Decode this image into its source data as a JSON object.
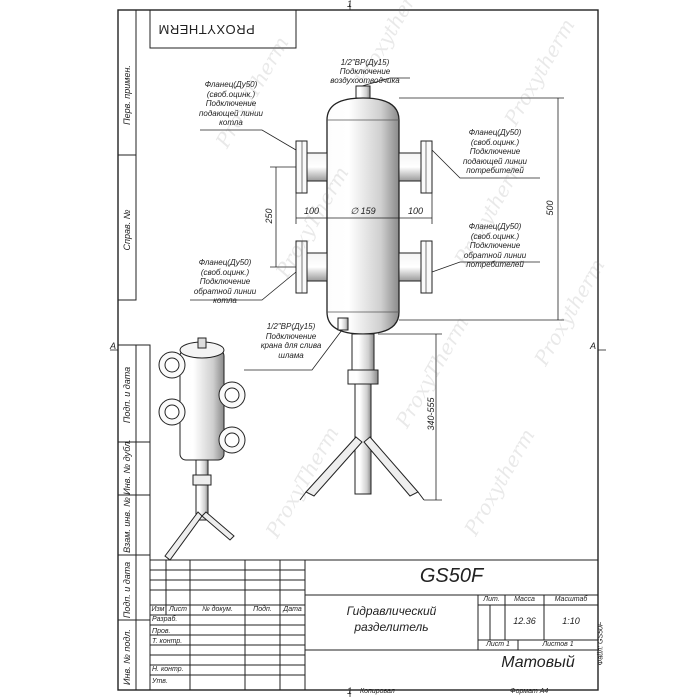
{
  "sheet": {
    "brand_mirrored": "PROXYTHERM",
    "sheet_number": "1",
    "zone_letter": "А",
    "format_label": "Формат А4",
    "copied_label": "Копировал",
    "file_label": "Файл: GS50F"
  },
  "side_stamp": {
    "perv_primen": "Перв. примен.",
    "sprav_no": "Справ. №",
    "podp_data": "Подп. и дата",
    "inv_dubl": "Инв. № дубл.",
    "vzam_inv": "Взам. инв. №",
    "inv_podl": "Инв. № подл."
  },
  "drawing": {
    "top_fitting": {
      "thread": "1/2\"ВР(Ду15)",
      "label1": "Подключение",
      "label2": "воздухоотводчика"
    },
    "flange_left_top": {
      "l1": "Фланец(Ду50)",
      "l2": "(своб.оцинк.)",
      "l3": "Подключение",
      "l4": "подающей линии",
      "l5": "котла"
    },
    "flange_left_bottom": {
      "l1": "Фланец(Ду50)",
      "l2": "(своб.оцинк.)",
      "l3": "Подключение",
      "l4": "обратной линии",
      "l5": "котла"
    },
    "flange_right_top": {
      "l1": "Фланец(Ду50)",
      "l2": "(своб.оцинк.)",
      "l3": "Подключение",
      "l4": "подающей линии",
      "l5": "потребителей"
    },
    "flange_right_bottom": {
      "l1": "Фланец(Ду50)",
      "l2": "(своб.оцинк.)",
      "l3": "Подключение",
      "l4": "обратной линии",
      "l5": "потребителей"
    },
    "bottom_fitting": {
      "thread": "1/2\"ВР(Ду15)",
      "label1": "Подключение",
      "label2": "крана для слива",
      "label3": "шлама"
    },
    "dims": {
      "left_branch": "100",
      "diameter": "∅ 159",
      "right_branch": "100",
      "height_between": "250",
      "height_total": "500",
      "stand_height": "340-555"
    }
  },
  "title_block": {
    "designation": "GS50F",
    "name_line1": "Гидравлический",
    "name_line2": "разделитель",
    "col_izm": "Изм",
    "col_list": "Лист",
    "col_doc": "№ докум.",
    "col_podp": "Подп.",
    "col_data": "Дата",
    "row_razrab": "Разраб.",
    "row_prov": "Пров.",
    "row_tkontr": "Т. контр.",
    "row_nkontr": "Н. контр.",
    "row_utv": "Утв.",
    "lit_label": "Лит.",
    "mass_label": "Масса",
    "scale_label": "Масштаб",
    "mass_value": "12.36",
    "scale_value": "1:10",
    "sheet_label": "Лист 1",
    "sheets_label": "Листов 1",
    "material": "Матовый"
  }
}
